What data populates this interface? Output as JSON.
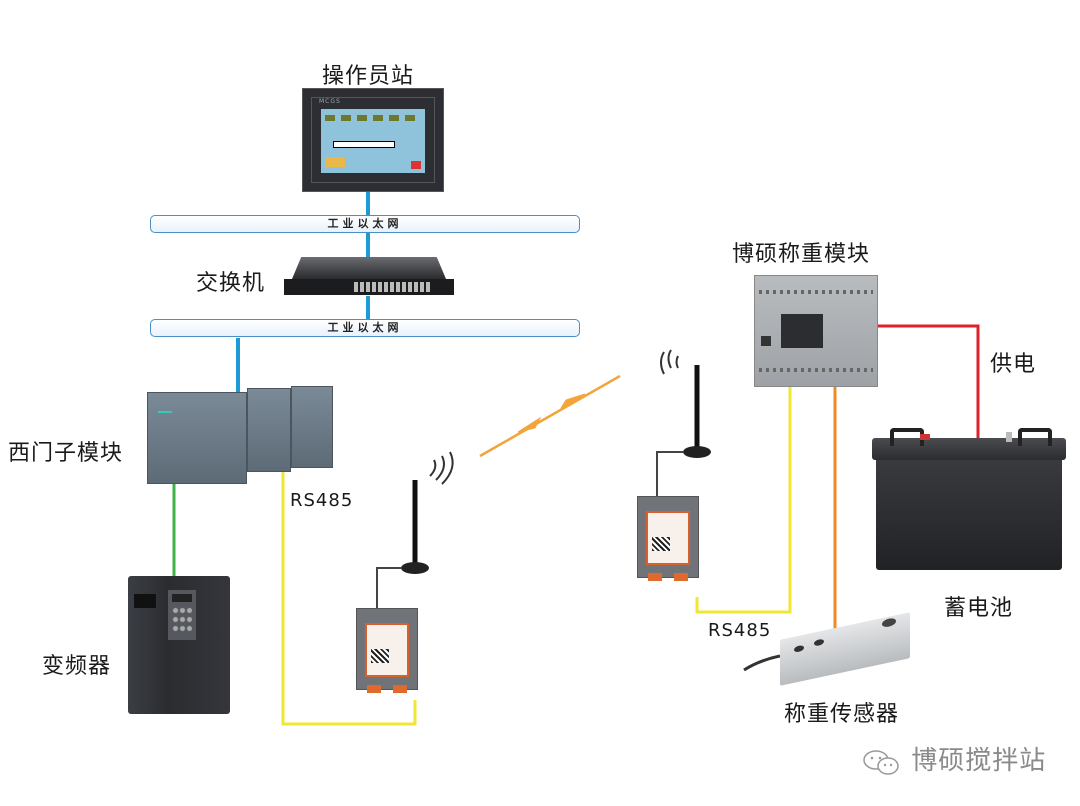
{
  "diagram": {
    "title": "称重系统网络拓扑",
    "nodes": {
      "operator_station": {
        "label": "操作员站",
        "screen_brand": "MCGS"
      },
      "switch": {
        "label": "交换机"
      },
      "siemens_module": {
        "label": "西门子模块"
      },
      "vfd": {
        "label": "变频器"
      },
      "weighing_module": {
        "label": "博硕称重模块"
      },
      "battery": {
        "label": "蓄电池"
      },
      "load_cell": {
        "label": "称重传感器"
      }
    },
    "buses": [
      {
        "label": "工业以太网"
      },
      {
        "label": "工业以太网"
      }
    ],
    "links": {
      "rs485_left": {
        "label": "RS485"
      },
      "rs485_right": {
        "label": "RS485"
      },
      "power": {
        "label": "供电"
      }
    },
    "colors": {
      "ethernet": "#1e9ad6",
      "vfd_link": "#3db34a",
      "rs485": "#f0e634",
      "sensor_link": "#f08a24",
      "power": "#e0202a",
      "wireless_arrow": "#f3a43a",
      "bus_border": "#4a8fc7"
    },
    "watermark": {
      "text": "博硕搅拌站",
      "icon": "wechat-icon"
    }
  }
}
